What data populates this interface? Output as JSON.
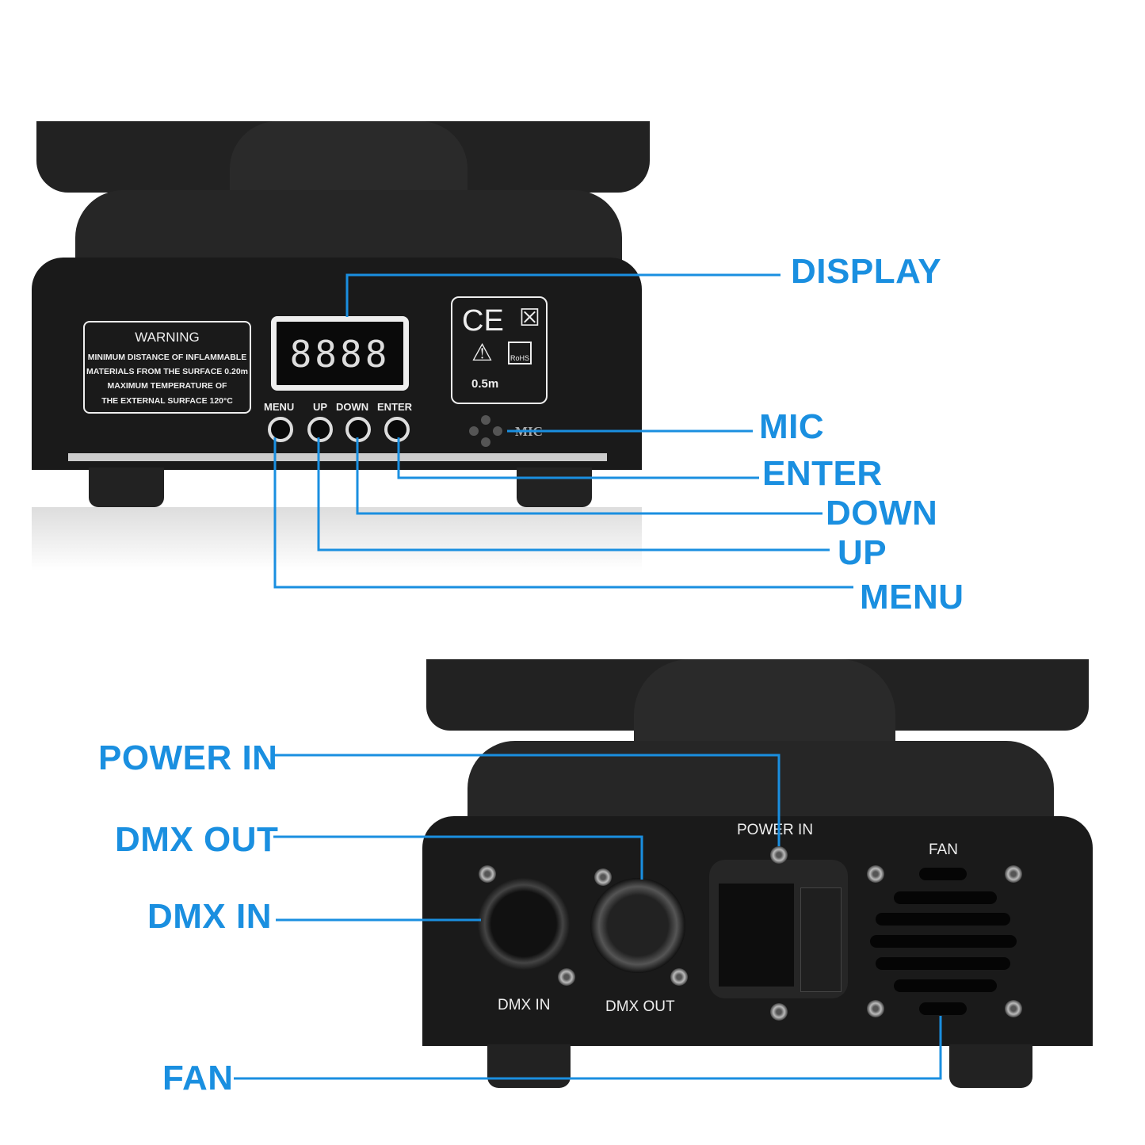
{
  "top_unit": {
    "warning": {
      "title": "WARNING",
      "lines": [
        "MINIMUM DISTANCE OF INFLAMMABLE",
        "MATERIALS FROM THE SURFACE 0.20m",
        "MAXIMUM TEMPERATURE OF",
        "THE EXTERNAL SURFACE 120°C"
      ]
    },
    "display_value": "8888",
    "button_labels": [
      "MENU",
      "UP",
      "DOWN",
      "ENTER"
    ],
    "cert": {
      "ce": "CE",
      "rohs": "RoHS",
      "distance": "0.5m"
    },
    "mic_label": "MIC"
  },
  "bottom_unit": {
    "power_label": "POWER IN",
    "fan_label": "FAN",
    "dmx_in_label": "DMX IN",
    "dmx_out_label": "DMX OUT"
  },
  "callouts": {
    "display": "DISPLAY",
    "mic": "MIC",
    "enter": "ENTER",
    "down": "DOWN",
    "up": "UP",
    "menu": "MENU",
    "power_in": "POWER IN",
    "dmx_out": "DMX OUT",
    "dmx_in": "DMX IN",
    "fan": "FAN"
  },
  "colors": {
    "callout": "#1a8fe0",
    "body": "#1c1c1c"
  }
}
